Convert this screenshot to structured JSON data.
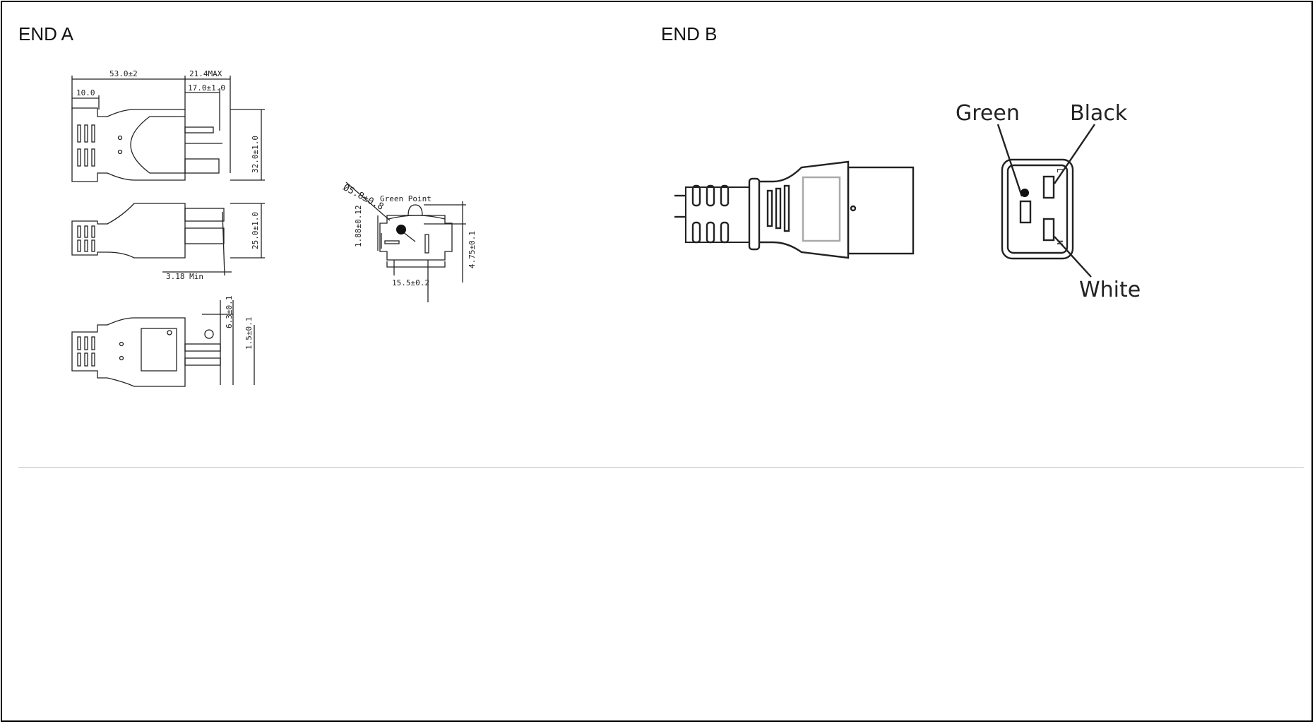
{
  "end_a": {
    "title": "END A",
    "dims": {
      "overall_length": "53.0±2",
      "max_width": "21.4MAX",
      "grip": "10.0",
      "blade_span": "17.0±1.0",
      "height_top": "32.0±1.0",
      "height_side": "25.0±1.0",
      "min_blade": "3.18 Min",
      "blade_width": "6.3±0.1",
      "blade_thick": "1.5±0.1",
      "ground_dia": "Ø5.8±0.8",
      "ground_point": "Green Point",
      "pin_width": "1.88±0.12",
      "blade_len": "4.75±0.1",
      "spacing": "15.5±0.2"
    }
  },
  "end_b": {
    "title": "END B",
    "labels": {
      "green": "Green",
      "black": "Black",
      "white": "White",
      "line": "L",
      "neutral": "N"
    }
  }
}
